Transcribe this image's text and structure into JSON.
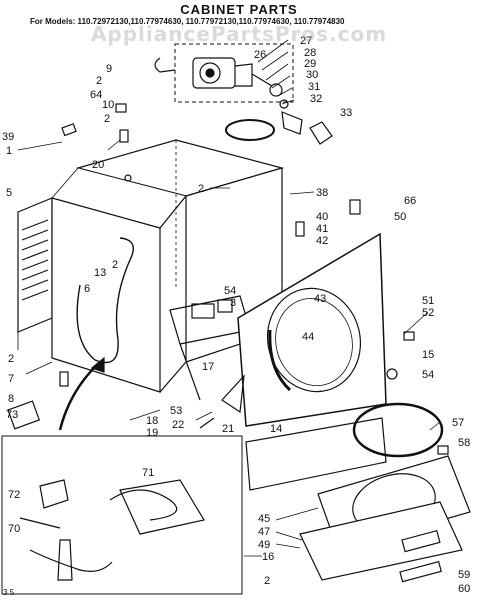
{
  "title": "CABINET PARTS",
  "models": "For Models: 110.72972130,110.77974630, 110.77972130,110.77974630, 110.77974830",
  "watermark": "AppliancePartsPros.com",
  "code": "3 5",
  "callouts": [
    {
      "id": "c27",
      "label": "27"
    },
    {
      "id": "c28",
      "label": "28"
    },
    {
      "id": "c29",
      "label": "29"
    },
    {
      "id": "c30",
      "label": "30"
    },
    {
      "id": "c31",
      "label": "31"
    },
    {
      "id": "c32",
      "label": "32"
    },
    {
      "id": "c26",
      "label": "26"
    },
    {
      "id": "c33",
      "label": "33"
    },
    {
      "id": "c9",
      "label": "9"
    },
    {
      "id": "c2a",
      "label": "2"
    },
    {
      "id": "c64",
      "label": "64"
    },
    {
      "id": "c10",
      "label": "10"
    },
    {
      "id": "c2b",
      "label": "2"
    },
    {
      "id": "c39",
      "label": "39"
    },
    {
      "id": "c1",
      "label": "1"
    },
    {
      "id": "c20",
      "label": "20"
    },
    {
      "id": "c5",
      "label": "5"
    },
    {
      "id": "c2c",
      "label": "2"
    },
    {
      "id": "c38",
      "label": "38"
    },
    {
      "id": "c66",
      "label": "66"
    },
    {
      "id": "c50",
      "label": "50"
    },
    {
      "id": "c40",
      "label": "40"
    },
    {
      "id": "c41",
      "label": "41"
    },
    {
      "id": "c42",
      "label": "42"
    },
    {
      "id": "c13",
      "label": "13"
    },
    {
      "id": "c2d",
      "label": "2"
    },
    {
      "id": "c6",
      "label": "6"
    },
    {
      "id": "c54a",
      "label": "54"
    },
    {
      "id": "c3",
      "label": "3"
    },
    {
      "id": "c43",
      "label": "43"
    },
    {
      "id": "c51",
      "label": "51"
    },
    {
      "id": "c52",
      "label": "52"
    },
    {
      "id": "c44",
      "label": "44"
    },
    {
      "id": "c2e",
      "label": "2"
    },
    {
      "id": "c15",
      "label": "15"
    },
    {
      "id": "c7",
      "label": "7"
    },
    {
      "id": "c54b",
      "label": "54"
    },
    {
      "id": "c8",
      "label": "8"
    },
    {
      "id": "c17",
      "label": "17"
    },
    {
      "id": "c73",
      "label": "73"
    },
    {
      "id": "c18",
      "label": "18"
    },
    {
      "id": "c53",
      "label": "53"
    },
    {
      "id": "c19",
      "label": "19"
    },
    {
      "id": "c22",
      "label": "22"
    },
    {
      "id": "c21",
      "label": "21"
    },
    {
      "id": "c57",
      "label": "57"
    },
    {
      "id": "c14",
      "label": "14"
    },
    {
      "id": "c58",
      "label": "58"
    },
    {
      "id": "c71",
      "label": "71"
    },
    {
      "id": "c72",
      "label": "72"
    },
    {
      "id": "c45",
      "label": "45"
    },
    {
      "id": "c47",
      "label": "47"
    },
    {
      "id": "c70",
      "label": "70"
    },
    {
      "id": "c49",
      "label": "49"
    },
    {
      "id": "c16",
      "label": "16"
    },
    {
      "id": "c2f",
      "label": "2"
    },
    {
      "id": "c59",
      "label": "59"
    },
    {
      "id": "c60",
      "label": "60"
    }
  ]
}
